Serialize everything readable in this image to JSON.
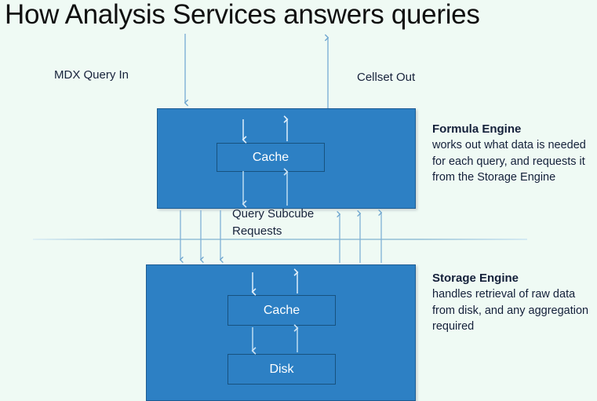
{
  "slide": {
    "title": "How Analysis Services answers queries",
    "background_color": "#effaf4",
    "box_fill_color": "#2d80c4",
    "box_border_color": "#1d5c92",
    "text_color": "#14203a"
  },
  "labels": {
    "mdx_query_in": "MDX Query In",
    "cellset_out": "Cellset Out",
    "query_subcube_requests": "Query Subcube Requests"
  },
  "formula_engine": {
    "inner_cache_label": "Cache",
    "heading": "Formula Engine",
    "description": "works out what data is needed for each query, and requests it from the Storage Engine"
  },
  "storage_engine": {
    "inner_cache_label": "Cache",
    "inner_disk_label": "Disk",
    "heading": "Storage Engine",
    "description": "handles retrieval of raw data from disk, and any aggregation required"
  },
  "arrows": {
    "mdx_in": "arrow-down",
    "cellset_out": "arrow-up",
    "fe_cache_in": "arrow-down",
    "fe_cache_out": "arrow-up",
    "fe_below_down": "arrow-down",
    "fe_below_up": "arrow-up",
    "subcube_request_down_count": 3,
    "subcube_return_up_count": 3,
    "se_cache_in": "arrow-down",
    "se_cache_out": "arrow-up",
    "se_disk_down": "arrow-down",
    "se_disk_up": "arrow-up"
  }
}
